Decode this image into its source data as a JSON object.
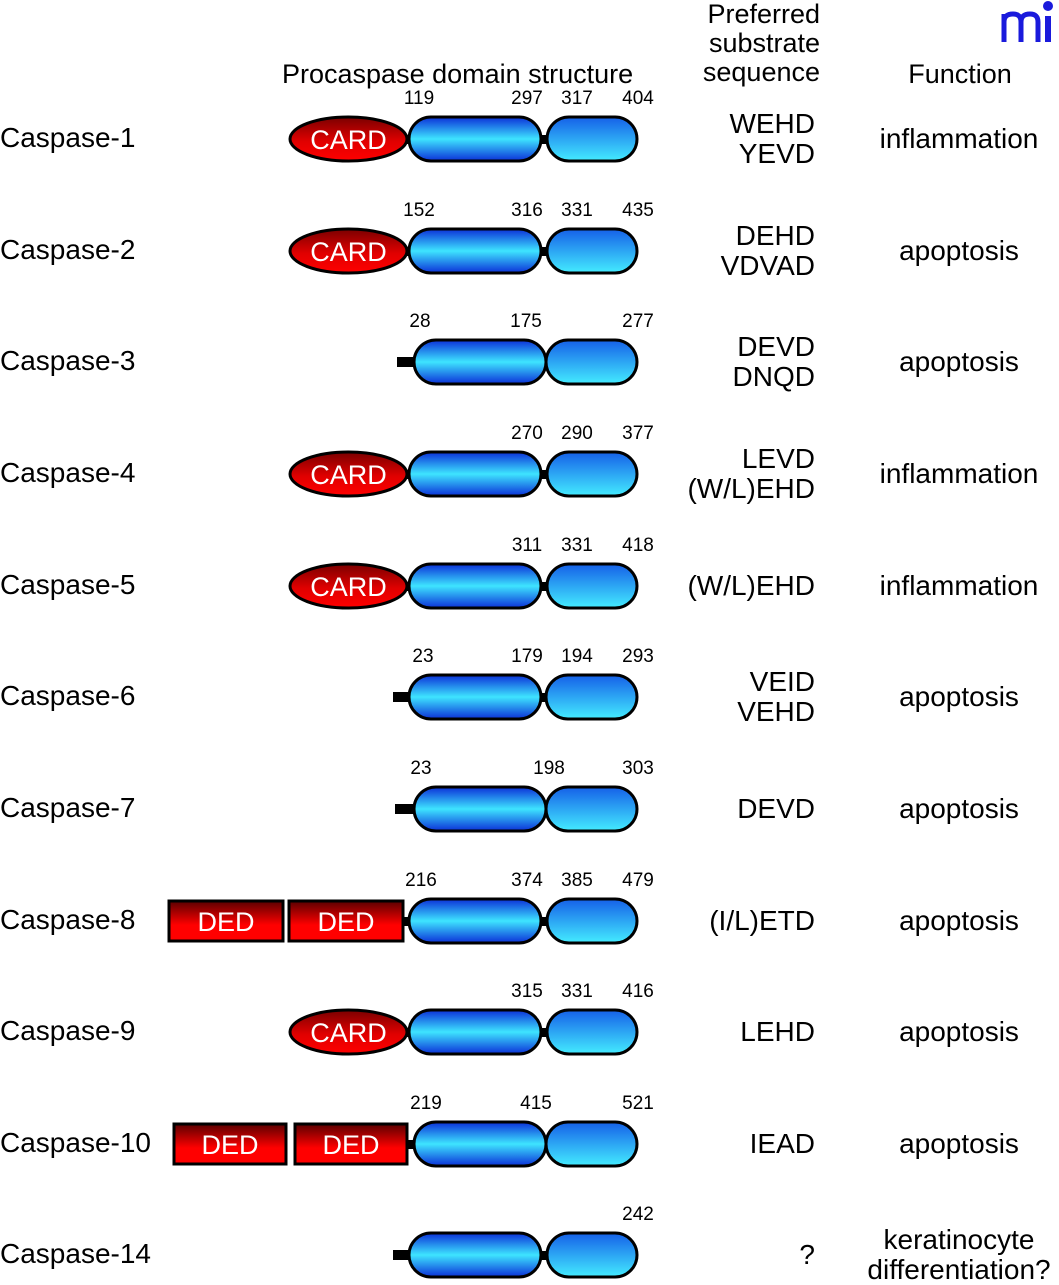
{
  "headers": {
    "domain_structure": "Procaspase domain structure",
    "substrate": [
      "Preferred",
      "substrate",
      "sequence"
    ],
    "function": "Function"
  },
  "logo": {
    "text": "mi",
    "color": "#1a1adc"
  },
  "colors": {
    "card_red": "#e00000",
    "ded_red": "#ff0000",
    "large_subunit_blue": "#1e6cf0",
    "small_subunit_cyan": "#3ee4ff",
    "outline": "#000000"
  },
  "domain_labels": {
    "card": "CARD",
    "ded": "DED"
  },
  "caspases": [
    {
      "name": "Caspase-1",
      "prodomain": "CARD",
      "numbers": [
        "119",
        "297",
        "317",
        "404"
      ],
      "substrate": [
        "WEHD",
        "YEVD"
      ],
      "function": [
        "inflammation"
      ]
    },
    {
      "name": "Caspase-2",
      "prodomain": "CARD",
      "numbers": [
        "152",
        "316",
        "331",
        "435"
      ],
      "substrate": [
        "DEHD",
        "VDVAD"
      ],
      "function": [
        "apoptosis"
      ]
    },
    {
      "name": "Caspase-3",
      "prodomain": "short",
      "numbers": [
        "28",
        "175",
        "277"
      ],
      "substrate": [
        "DEVD",
        "DNQD"
      ],
      "function": [
        "apoptosis"
      ]
    },
    {
      "name": "Caspase-4",
      "prodomain": "CARD",
      "numbers": [
        "270",
        "290",
        "377"
      ],
      "substrate": [
        "LEVD",
        "(W/L)EHD"
      ],
      "function": [
        "inflammation"
      ]
    },
    {
      "name": "Caspase-5",
      "prodomain": "CARD",
      "numbers": [
        "311",
        "331",
        "418"
      ],
      "substrate": [
        "(W/L)EHD"
      ],
      "function": [
        "inflammation"
      ]
    },
    {
      "name": "Caspase-6",
      "prodomain": "short",
      "numbers": [
        "23",
        "179",
        "194",
        "293"
      ],
      "substrate": [
        "VEID",
        "VEHD"
      ],
      "function": [
        "apoptosis"
      ]
    },
    {
      "name": "Caspase-7",
      "prodomain": "short",
      "numbers": [
        "23",
        "198",
        "303"
      ],
      "substrate": [
        "DEVD"
      ],
      "function": [
        "apoptosis"
      ]
    },
    {
      "name": "Caspase-8",
      "prodomain": "DED-DED",
      "numbers": [
        "216",
        "374",
        "385",
        "479"
      ],
      "substrate": [
        "(I/L)ETD"
      ],
      "function": [
        "apoptosis"
      ]
    },
    {
      "name": "Caspase-9",
      "prodomain": "CARD",
      "numbers": [
        "315",
        "331",
        "416"
      ],
      "substrate": [
        "LEHD"
      ],
      "function": [
        "apoptosis"
      ]
    },
    {
      "name": "Caspase-10",
      "prodomain": "DED-DED",
      "numbers": [
        "219",
        "415",
        "521"
      ],
      "substrate": [
        "IEAD"
      ],
      "function": [
        "apoptosis"
      ]
    },
    {
      "name": "Caspase-14",
      "prodomain": "short",
      "numbers": [
        "242"
      ],
      "substrate": [
        "?"
      ],
      "function": [
        "keratinocyte",
        "differentiation?"
      ]
    }
  ]
}
